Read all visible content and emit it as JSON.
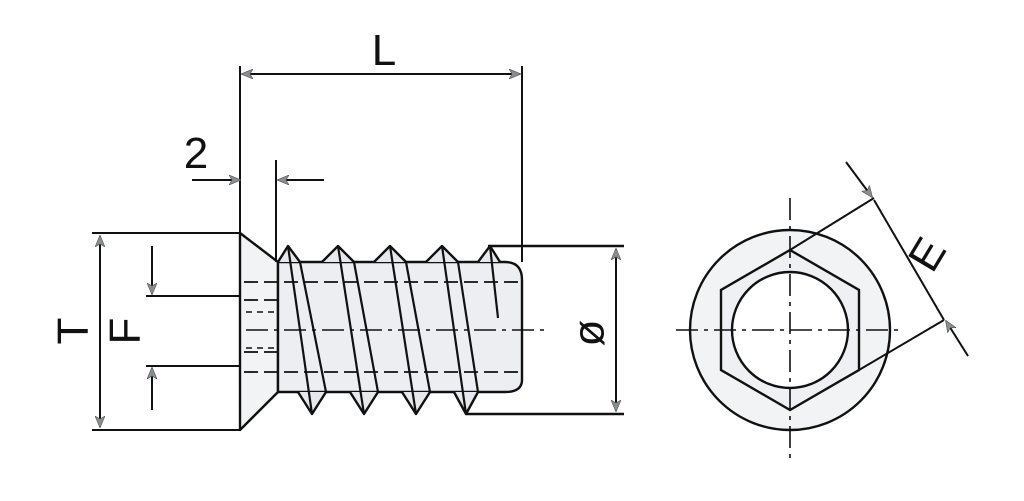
{
  "diagram": {
    "labels": {
      "length": "L",
      "chamfer": "2",
      "head_diameter": "T",
      "hole_depth": "F",
      "thread_diameter": "ø",
      "hex_size": "E"
    },
    "colors": {
      "line": "#111111",
      "part_fill": "#eef0f3",
      "head_fill": "#f4f5f7",
      "arrow": "#8a8d91",
      "shadow": "#c9ccd1"
    }
  }
}
